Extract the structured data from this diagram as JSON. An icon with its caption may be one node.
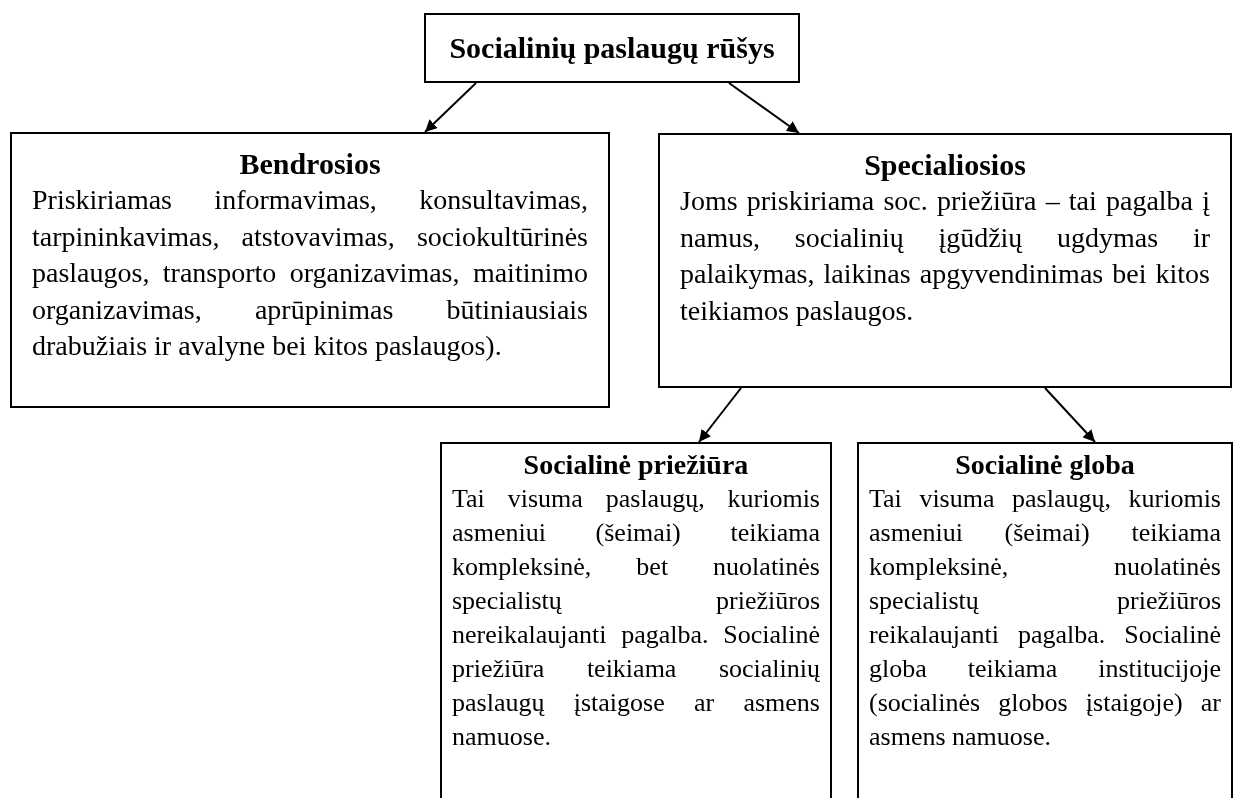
{
  "diagram": {
    "nodes": [
      {
        "text": [
          "Socialinių paslaugų rūšys"
        ]
      },
      {
        "text": [
          "Bendrosios",
          "Priskiriamas informavimas, konsultavimas, tarpininkavimas, atstovavimas, sociokultūrinės paslaugos, transporto organizavimas, maitinimo organizavimas, aprūpinimas būtiniausiais drabužiais ir avalyne bei kitos paslaugos)."
        ]
      },
      {
        "text": [
          "Specialiosios",
          "Joms priskiriama soc. priežiūra – tai pagalba į namus, socialinių įgūdžių ugdymas ir palaikymas, laikinas apgyvendinimas bei kitos teikiamos paslaugos."
        ]
      },
      {
        "text": [
          "Socialinė priežiūra",
          "Tai visuma paslaugų, kuriomis asmeniui (šeimai) teikiama kompleksinė, bet nuolatinės specialistų priežiūros nereikalaujanti pagalba. Socialinė priežiūra teikiama socialinių paslaugų įstaigose ar asmens namuose."
        ]
      },
      {
        "text": [
          "Socialinė globa",
          "Tai visuma paslaugų, kuriomis asmeniui (šeimai) teikiama kompleksinė, nuolatinės specialistų priežiūros reikalaujanti pagalba. Socialinė globa teikiama institucijoje (socialinės globos įstaigoje) ar asmens namuose."
        ]
      }
    ],
    "edges": [
      {
        "from": 0,
        "to": 1,
        "arrow": "to"
      },
      {
        "from": 0,
        "to": 2,
        "arrow": "to"
      },
      {
        "from": 2,
        "to": 3,
        "arrow": "to"
      },
      {
        "from": 2,
        "to": 4,
        "arrow": "to"
      }
    ]
  }
}
